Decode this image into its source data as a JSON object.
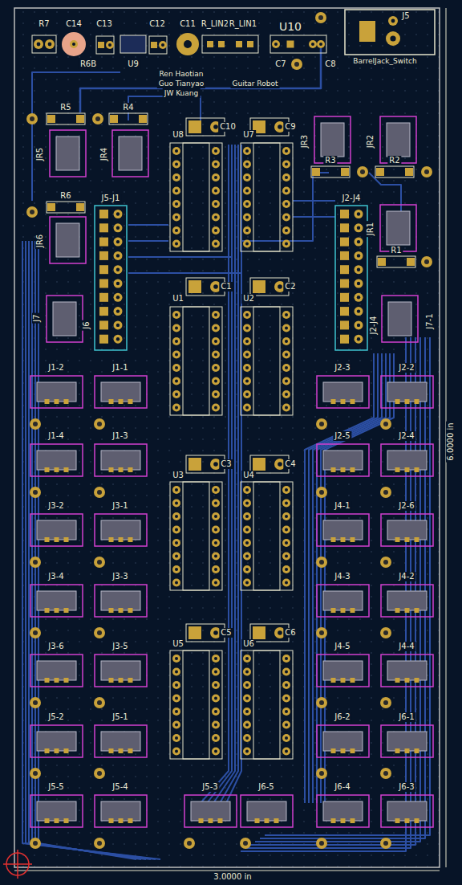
{
  "diagram": {
    "labels": [
      "R7",
      "C14",
      "C13",
      "C12",
      "C11",
      "R_LIN2",
      "R_LIN1",
      "U10",
      "C7",
      "C8",
      "J5",
      "BarrelJack_Switch",
      "R6B",
      "U9",
      "Ren Haotian",
      "Guo Tianyao",
      "JW Kuang",
      "Guitar Robot",
      "R5",
      "R4",
      "JR5",
      "JR4",
      "C10",
      "C9",
      "U8",
      "U7",
      "JR3",
      "JR2",
      "R3",
      "R2",
      "R6",
      "JR6",
      "J5-J1",
      "J6",
      "J2-J4",
      "J2-J4",
      "JR1",
      "R1",
      "J7",
      "J7-1",
      "C1",
      "C2",
      "U1",
      "U2",
      "C3",
      "C4",
      "U3",
      "U4",
      "C5",
      "C6",
      "U5",
      "U6",
      "J1-2",
      "J1-1",
      "J2-3",
      "J2-2",
      "J1-4",
      "J1-3",
      "J2-5",
      "J2-4",
      "J3-2",
      "J3-1",
      "J4-1",
      "J2-6",
      "J3-4",
      "J3-3",
      "J4-3",
      "J4-2",
      "J3-6",
      "J3-5",
      "J4-5",
      "J4-4",
      "J5-2",
      "J5-1",
      "J6-2",
      "J6-1",
      "J5-5",
      "J5-4",
      "J5-3",
      "J6-5",
      "J6-4",
      "J6-3",
      "3.0000 in",
      "6.0000 in"
    ]
  }
}
